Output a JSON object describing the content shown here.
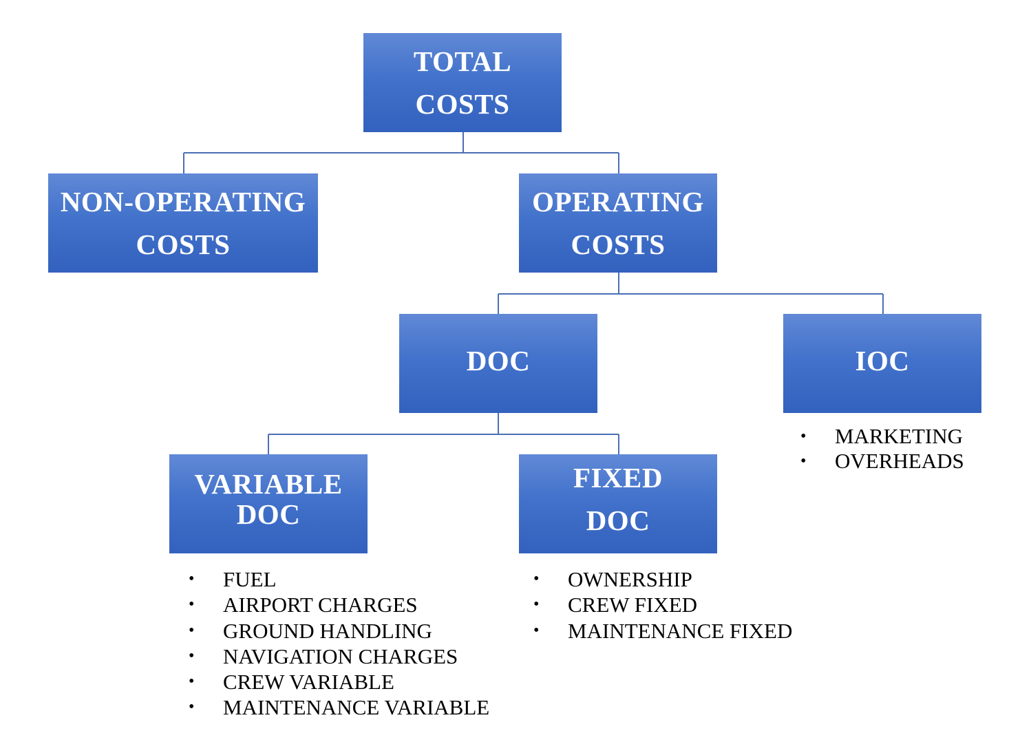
{
  "nodes": {
    "total_costs": {
      "line1": "TOTAL",
      "line2": "COSTS"
    },
    "non_operating": {
      "line1": "NON-OPERATING",
      "line2": "COSTS"
    },
    "operating": {
      "line1": "OPERATING",
      "line2": "COSTS"
    },
    "doc": {
      "line1": "DOC"
    },
    "ioc": {
      "line1": "IOC"
    },
    "variable_doc": {
      "line1": "VARIABLE",
      "line2": "DOC"
    },
    "fixed_doc": {
      "line1": "FIXED",
      "line2": "DOC"
    }
  },
  "lists": {
    "ioc": [
      "MARKETING",
      "OVERHEADS"
    ],
    "variable_doc": [
      "FUEL",
      "AIRPORT CHARGES",
      "GROUND HANDLING",
      "NAVIGATION CHARGES",
      "CREW VARIABLE",
      "MAINTENANCE VARIABLE"
    ],
    "fixed_doc": [
      "OWNERSHIP",
      "CREW FIXED",
      "MAINTENANCE FIXED"
    ]
  },
  "colors": {
    "node_fill": "#4472c4",
    "node_text": "#ffffff",
    "connector": "#4a6fb5",
    "list_text": "#000000"
  }
}
